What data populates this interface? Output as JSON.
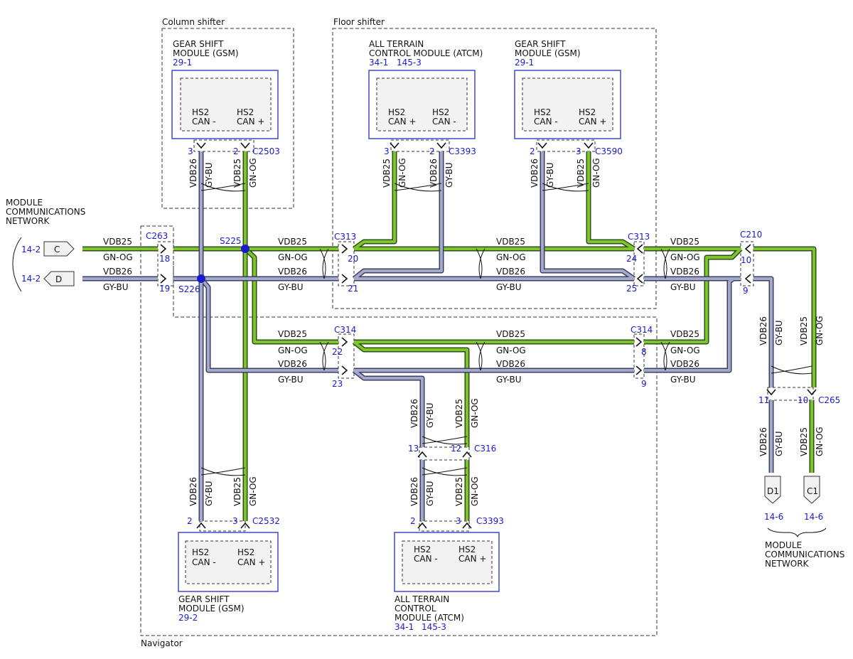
{
  "zones": {
    "column_shifter": "Column shifter",
    "floor_shifter": "Floor shifter",
    "navigator": "Navigator"
  },
  "network_left": [
    "MODULE",
    "COMMUNICATIONS",
    "NETWORK"
  ],
  "network_right": [
    "MODULE",
    "COMMUNICATIONS",
    "NETWORK"
  ],
  "modules": {
    "gsm_column": {
      "title": [
        "GEAR SHIFT",
        "MODULE (GSM)"
      ],
      "ref": "29-1",
      "pinA": [
        "HS2",
        "CAN -"
      ],
      "pinB": [
        "HS2",
        "CAN +"
      ]
    },
    "atcm_floor": {
      "title": [
        "ALL TERRAIN",
        "CONTROL MODULE (ATCM)"
      ],
      "ref1": "34-1",
      "ref2": "145-3",
      "pinA": [
        "HS2",
        "CAN +"
      ],
      "pinB": [
        "HS2",
        "CAN -"
      ]
    },
    "gsm_floor": {
      "title": [
        "GEAR SHIFT",
        "MODULE (GSM)"
      ],
      "ref": "29-1",
      "pinA": [
        "HS2",
        "CAN -"
      ],
      "pinB": [
        "HS2",
        "CAN +"
      ]
    },
    "gsm_nav": {
      "title": [
        "GEAR SHIFT",
        "MODULE (GSM)"
      ],
      "ref": "29-2",
      "pinA": [
        "HS2",
        "CAN -"
      ],
      "pinB": [
        "HS2",
        "CAN +"
      ]
    },
    "atcm_nav": {
      "title": [
        "ALL TERRAIN",
        "CONTROL",
        "MODULE (ATCM)"
      ],
      "ref1": "34-1",
      "ref2": "145-3",
      "pinA": [
        "HS2",
        "CAN -"
      ],
      "pinB": [
        "HS2",
        "CAN +"
      ]
    }
  },
  "connectors": {
    "c2503": "C2503",
    "c3393_top": "C3393",
    "c3590": "C3590",
    "c263": "C263",
    "c313_left": "C313",
    "c313_right": "C313",
    "c210": "C210",
    "c314_left": "C314",
    "c314_right": "C314",
    "c265": "C265",
    "c316": "C316",
    "c2532": "C2532",
    "c3393_bot": "C3393"
  },
  "splices": {
    "s225": "S225",
    "s226": "S226"
  },
  "pins": {
    "gsm_col_a": "3",
    "gsm_col_b": "2",
    "atcm_top_a": "3",
    "atcm_top_b": "2",
    "gsm_floor_a": "2",
    "gsm_floor_b": "3",
    "c263_top": "18",
    "c263_bot": "19",
    "c313l_top": "20",
    "c313l_bot": "21",
    "c313r_top": "24",
    "c313r_bot": "25",
    "c210_top": "10",
    "c210_bot": "9",
    "c314l_top": "22",
    "c314l_bot": "23",
    "c314r_top": "8",
    "c314r_bot": "9",
    "c265_a": "11",
    "c265_b": "10",
    "c316_a": "13",
    "c316_b": "12",
    "gsm_nav_a": "2",
    "gsm_nav_b": "3",
    "atcm_nav_a": "2",
    "atcm_nav_b": "3"
  },
  "wires": {
    "vdb25": "VDB25",
    "vdb26": "VDB26",
    "gnog": "GN-OG",
    "gybu": "GY-BU"
  },
  "tags": {
    "c": "C",
    "d": "D",
    "c1": "C1",
    "d1": "D1"
  },
  "refs": {
    "left_c": "14-2",
    "left_d": "14-2",
    "right_d1": "14-6",
    "right_c1": "14-6"
  },
  "colors": {
    "gn_og": "#7dc52a",
    "gy_bu": "#a5a9c8",
    "module_border": "#3b4ad0",
    "label_blue": "#1a1acc",
    "splice": "#1a1acc"
  }
}
